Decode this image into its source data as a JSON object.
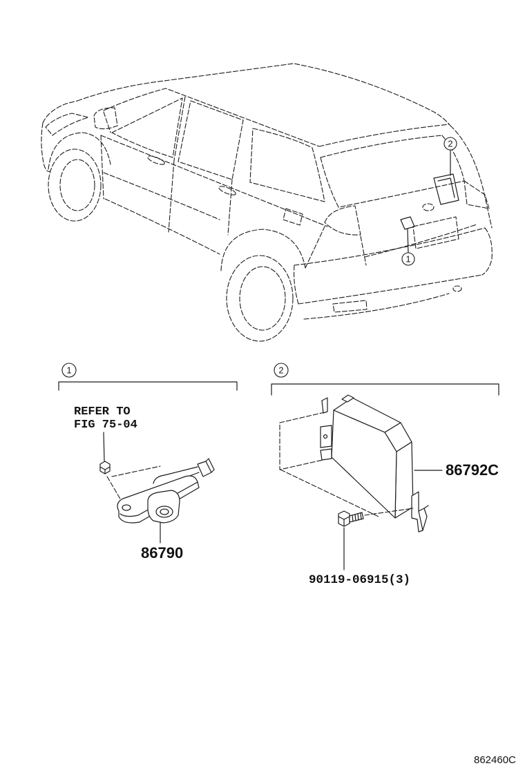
{
  "diagram": {
    "vehicle_callouts": {
      "location_2": "2",
      "location_1": "1"
    },
    "section_1": {
      "number": "1",
      "reference_line_1": "REFER TO",
      "reference_line_2": "FIG 75-04",
      "part_number": "86790"
    },
    "section_2": {
      "number": "2",
      "part_number": "86792C",
      "bolt_part_number": "90119-06915(3)"
    },
    "figure_code": "862460C"
  }
}
